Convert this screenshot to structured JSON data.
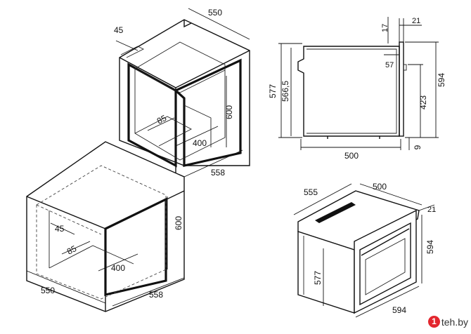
{
  "cabinet_upper": {
    "d_width": "550",
    "d_depth_top": "45",
    "d_depth_inner": "85",
    "d_height": "600",
    "d_inner_depth": "400",
    "d_width_front": "558"
  },
  "cabinet_lower": {
    "d_depth_top": "45",
    "d_depth_inner": "85",
    "d_height": "600",
    "d_inner_depth": "400",
    "d_width": "550",
    "d_width_front": "558"
  },
  "side_view": {
    "d_17": "17",
    "d_21": "21",
    "d_57": "57",
    "d_577": "577",
    "d_566_5": "566,5",
    "d_594": "594",
    "d_423": "423",
    "d_500": "500",
    "d_9": "9"
  },
  "iso_view": {
    "d_555": "555",
    "d_500": "500",
    "d_21": "21",
    "d_594_h": "594",
    "d_577": "577",
    "d_594_w": "594"
  },
  "watermark": {
    "badge": "1",
    "text": "teh.by"
  }
}
